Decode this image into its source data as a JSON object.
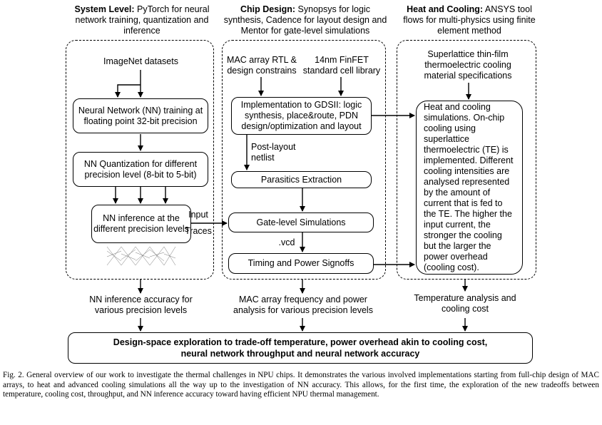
{
  "columns": [
    {
      "title": "System Level:",
      "desc": " PyTorch for neural network training, quantization and inference"
    },
    {
      "title": "Chip Design:",
      "desc": " Synopsys for logic synthesis, Cadence for layout design and Mentor for gate-level simulations"
    },
    {
      "title": "Heat and Cooling:",
      "desc": " ANSYS tool flows for multi-physics using finite element method"
    }
  ],
  "system": {
    "imagenet": "ImageNet datasets",
    "training": "Neural Network (NN) training at floating point 32-bit precision",
    "quantization": "NN Quantization for different precision level (8-bit to 5-bit)",
    "inference": "NN inference at the different precision levels",
    "input_label": "Input",
    "traces_label": "Traces",
    "output": "NN inference accuracy for various precision levels"
  },
  "chip": {
    "rtl": "MAC array RTL & design constrains",
    "lib": "14nm FinFET standard cell library",
    "gdsii": "Implementation to GDSII: logic synthesis, place&route, PDN design/optimization and layout",
    "netlist": "Post-layout netlist",
    "parasitics": "Parasitics Extraction",
    "gate": "Gate-level Simulations",
    "vcd": ".vcd",
    "timing": "Timing and Power Signoffs",
    "output": "MAC array frequency and power analysis for various precision levels"
  },
  "heat": {
    "superlattice": "Superlattice thin-film thermoelectric cooling material specifications",
    "sim": "Heat and cooling simulations. On-chip cooling using superlattice thermoelectric (TE) is implemented. Different cooling intensities are analysed represented by the amount of current that is fed to the TE. The higher the input current, the stronger the cooling but the larger the power overhead (cooling cost).",
    "output": "Temperature analysis and cooling cost"
  },
  "final": "Design-space exploration to trade-off temperature, power overhead akin to cooling cost, neural network throughput and neural network accuracy",
  "caption": "Fig. 2.   General overview of our work to investigate the thermal challenges in NPU chips. It demonstrates the various involved implementations starting from full-chip design of MAC arrays, to heat and advanced cooling simulations all the way up to the investigation of NN accuracy. This allows, for the first time, the exploration of the new tradeoffs between temperature, cooling cost, throughput, and NN inference accuracy toward having efficient NPU thermal management."
}
